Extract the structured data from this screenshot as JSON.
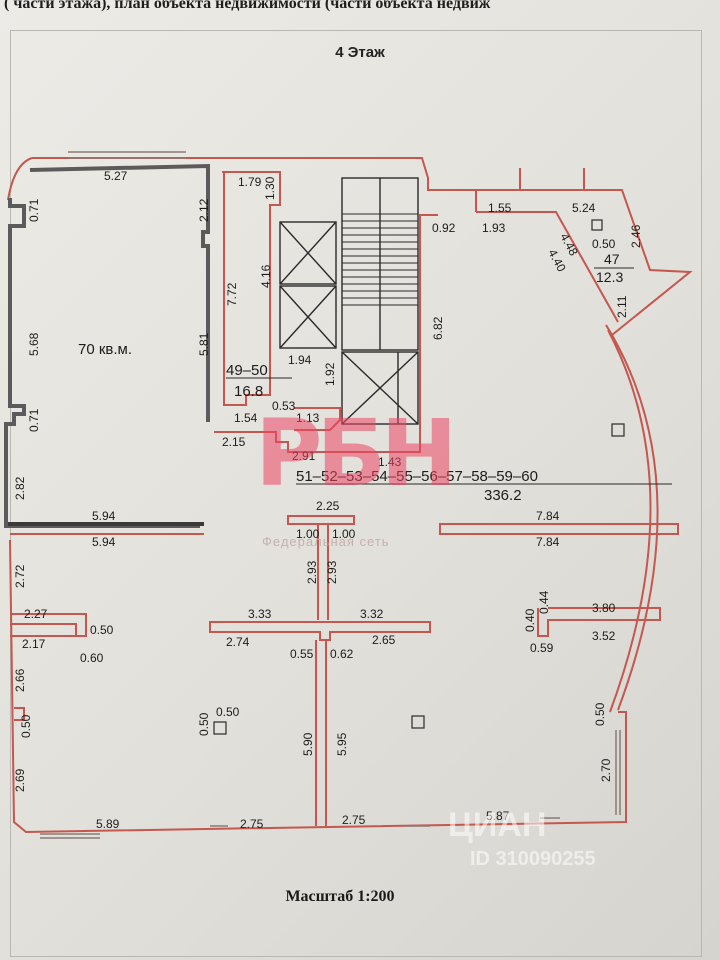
{
  "header": {
    "text": "( части этажа), план объекта недвижимости (части объекта недвиж"
  },
  "floor_title": "4 Этаж",
  "scale_label": "Масштаб 1:200",
  "highlight_label": "70 кв.м.",
  "rooms": {
    "room_49_50": {
      "number": "49–50",
      "area": "16.8"
    },
    "room_47": {
      "number": "47",
      "area": "12.3"
    },
    "room_main": {
      "number": "51–52–53–54–55–56–57–58–59–60",
      "area": "336.2"
    }
  },
  "dimensions": {
    "d_5_27": "5.27",
    "d_0_71_a": "0.71",
    "d_5_68": "5.68",
    "d_0_71_b": "0.71",
    "d_2_82": "2.82",
    "d_5_94_a": "5.94",
    "d_5_94_b": "5.94",
    "d_2_12": "2.12",
    "d_5_81": "5.81",
    "d_1_79": "1.79",
    "d_1_30": "1.30",
    "d_7_72": "7.72",
    "d_4_16": "4.16",
    "d_1_94": "1.94",
    "d_1_92": "1.92",
    "d_1_54": "1.54",
    "d_0_53": "0.53",
    "d_1_13": "1.13",
    "d_2_15": "2.15",
    "d_2_91": "2.91",
    "d_1_43": "1.43",
    "d_6_82": "6.82",
    "d_0_92": "0.92",
    "d_1_93": "1.93",
    "d_1_55": "1.55",
    "d_5_24": "5.24",
    "d_2_46": "2.46",
    "d_0_50_r47": "0.50",
    "d_4_48": "4.48",
    "d_4_40": "4.40",
    "d_2_11": "2.11",
    "d_2_25": "2.25",
    "d_1_00_a": "1.00",
    "d_1_00_b": "1.00",
    "d_2_93_a": "2.93",
    "d_2_93_b": "2.93",
    "d_7_84_a": "7.84",
    "d_7_84_b": "7.84",
    "d_2_72": "2.72",
    "d_2_27": "2.27",
    "d_0_50_a": "0.50",
    "d_2_17": "2.17",
    "d_0_60": "0.60",
    "d_3_33": "3.33",
    "d_3_32": "3.32",
    "d_2_74": "2.74",
    "d_2_65": "2.65",
    "d_0_55": "0.55",
    "d_0_62": "0.62",
    "d_0_44": "0.44",
    "d_3_80": "3.80",
    "d_0_40": "0.40",
    "d_3_52": "3.52",
    "d_0_59": "0.59",
    "d_2_66": "2.66",
    "d_0_50_b": "0.50",
    "d_2_69": "2.69",
    "d_0_50_c": "0.50",
    "d_0_50_d": "0.50",
    "d_5_90": "5.90",
    "d_5_95": "5.95",
    "d_0_50_e": "0.50",
    "d_2_70": "2.70",
    "d_5_89": "5.89",
    "d_2_75_a": "2.75",
    "d_2_75_b": "2.75",
    "d_5_87": "5.87"
  },
  "watermarks": {
    "rbn": "РБН",
    "federal": "Федеральная  сеть",
    "cian": "ЦИАН",
    "cian_id": "ID 310090255"
  },
  "colors": {
    "wall_red": "#c4574f",
    "highlight_wall": "#5b5b5b",
    "line_dark": "#2a2a2a"
  }
}
